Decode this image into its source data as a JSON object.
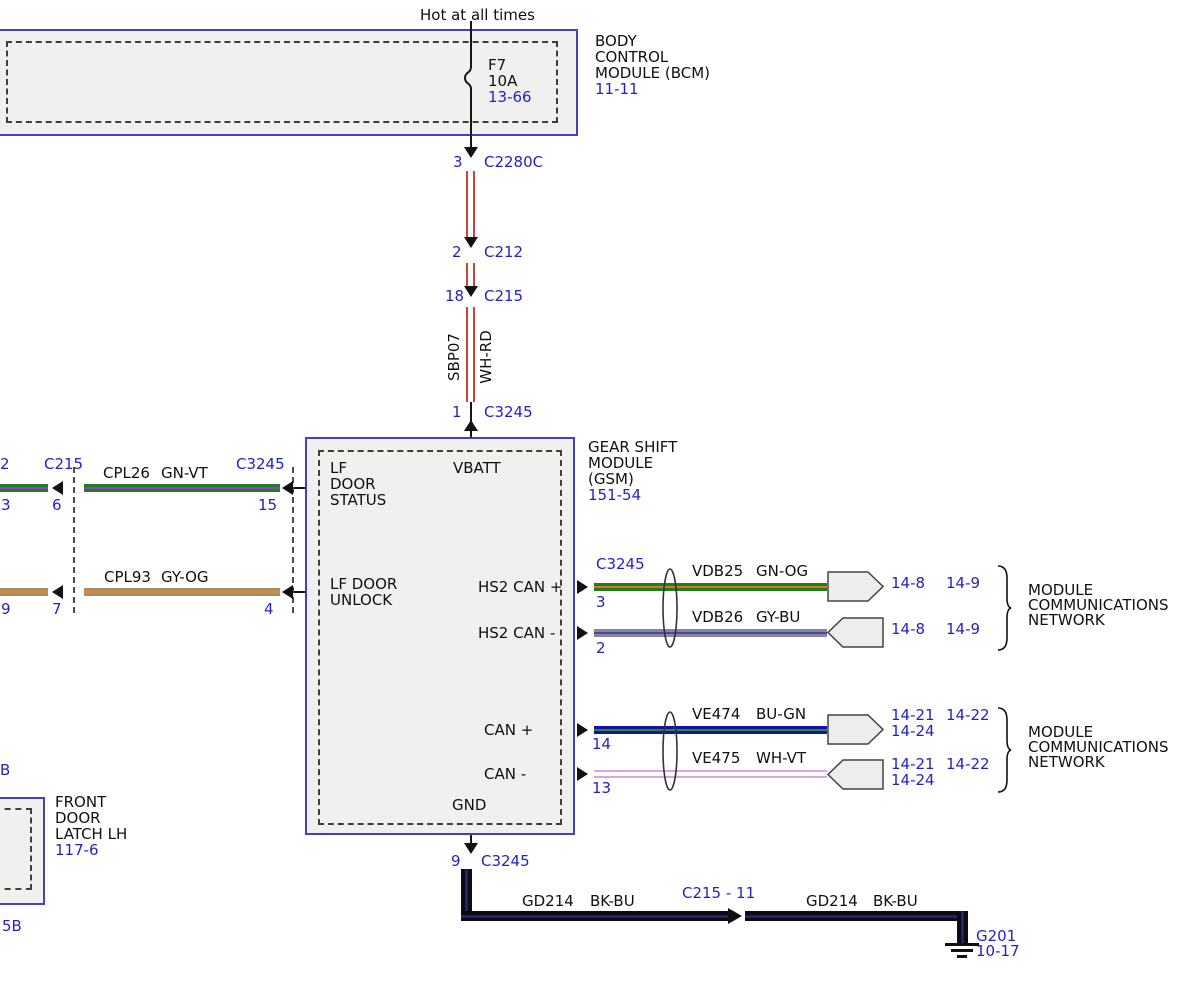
{
  "colors": {
    "accent_blue": "#2222cc",
    "box_border_blue": "#4040cc",
    "wire_red": "#cc4433",
    "wire_green": "#1f7d1f",
    "wire_violet": "#8a42c2",
    "wire_gray": "#87878f",
    "wire_orange": "#d98a30",
    "wire_blue": "#1212a6",
    "wire_black_blue": "#0a0a18"
  },
  "top": {
    "hot_label": "Hot at all times",
    "fuse_name": "F7",
    "fuse_rating": "10A",
    "fuse_ref": "13-66",
    "bcm_line1": "BODY",
    "bcm_line2": "CONTROL",
    "bcm_line3": "MODULE (BCM)",
    "bcm_ref": "11-11"
  },
  "chain": {
    "pin_c2280c": "3",
    "conn_c2280c": "C2280C",
    "pin_c212": "2",
    "conn_c212": "C212",
    "pin_c215": "18",
    "conn_c215": "C215",
    "circuit": "SBP07",
    "wire_color": "WH-RD",
    "pin_c3245": "1",
    "conn_c3245": "C3245"
  },
  "gsm": {
    "vbatt": "VBATT",
    "lf_door_status_1": "LF",
    "lf_door_status_2": "DOOR",
    "lf_door_status_3": "STATUS",
    "lf_door_unlock_1": "LF DOOR",
    "lf_door_unlock_2": "UNLOCK",
    "hs2_can_plus": "HS2 CAN +",
    "hs2_can_minus": "HS2 CAN -",
    "can_plus": "CAN +",
    "can_minus": "CAN -",
    "gnd": "GND",
    "title_1": "GEAR SHIFT",
    "title_2": "MODULE",
    "title_3": "(GSM)",
    "ref": "151-54"
  },
  "left_wire_status": {
    "edge_partial": "2",
    "conn_c215": "C215",
    "circuit": "CPL26",
    "wire_color": "GN-VT",
    "conn_c3245": "C3245",
    "pin_left": "3",
    "pin_mid": "6",
    "pin_right": "15"
  },
  "left_wire_unlock": {
    "circuit": "CPL93",
    "wire_color": "GY-OG",
    "pin_left": "9",
    "pin_mid": "7",
    "pin_right": "4"
  },
  "right": {
    "conn_c3245": "C3245",
    "hs2_plus": {
      "circuit": "VDB25",
      "wire_color": "GN-OG",
      "pin": "3",
      "ref1": "14-8",
      "ref2": "14-9"
    },
    "hs2_minus": {
      "circuit": "VDB26",
      "wire_color": "GY-BU",
      "pin": "2",
      "ref1": "14-8",
      "ref2": "14-9"
    },
    "can_plus": {
      "circuit": "VE474",
      "wire_color": "BU-GN",
      "pin": "14",
      "ref1": "14-21",
      "ref2": "14-22",
      "ref3": "14-24"
    },
    "can_minus": {
      "circuit": "VE475",
      "wire_color": "WH-VT",
      "pin": "13",
      "ref1": "14-21",
      "ref2": "14-22",
      "ref3": "14-24"
    },
    "network1": [
      "MODULE",
      "COMMUNICATIONS",
      "NETWORK"
    ],
    "network2": [
      "MODULE",
      "COMMUNICATIONS",
      "NETWORK"
    ]
  },
  "latch": {
    "line1": "FRONT",
    "line2": "DOOR",
    "line3": "LATCH LH",
    "ref": "117-6",
    "edge_partial_top": "B",
    "edge_partial_bottom": "5B"
  },
  "ground": {
    "pin": "9",
    "conn": "C3245",
    "circuit_a": "GD214",
    "color_a": "BK-BU",
    "inline_conn": "C215 - 11",
    "circuit_b": "GD214",
    "color_b": "BK-BU",
    "g_name": "G201",
    "g_ref": "10-17"
  }
}
